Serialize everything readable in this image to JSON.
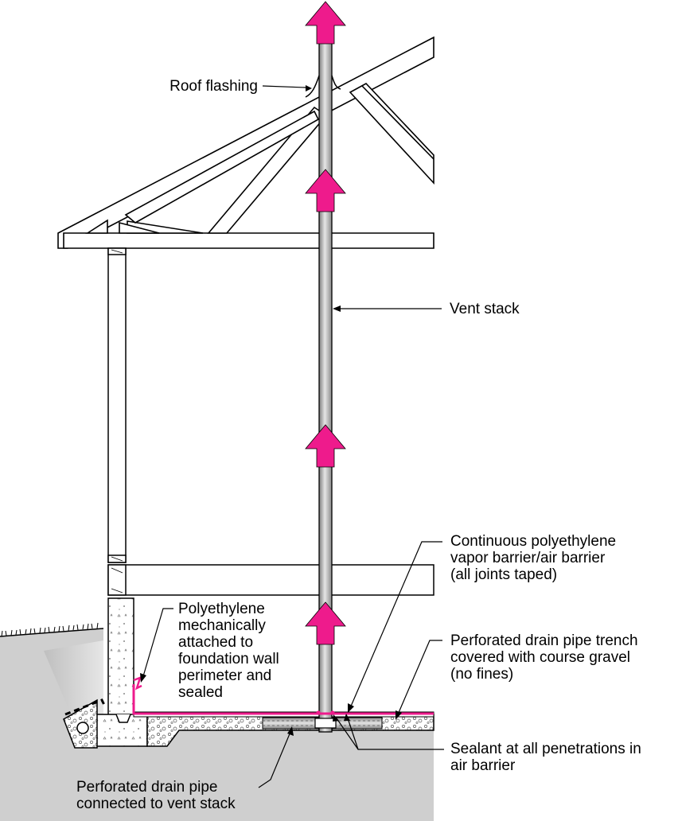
{
  "colors": {
    "accent": "#ee1b8c",
    "ground": "#cfcfcf",
    "line": "#000000",
    "paper": "#ffffff"
  },
  "labels": {
    "roof_flashing": "Roof flashing",
    "vent_stack": "Vent stack",
    "vapor_barrier": [
      "Continuous polyethylene",
      "vapor barrier/air barrier",
      "(all joints taped)"
    ],
    "polyethylene_attached": [
      "Polyethylene",
      "mechanically",
      "attached to",
      "foundation wall",
      "perimeter and",
      "sealed"
    ],
    "drain_trench": [
      "Perforated drain pipe trench",
      "covered with course gravel",
      "(no fines)"
    ],
    "sealant": [
      "Sealant at all penetrations in",
      "air barrier"
    ],
    "drain_pipe": [
      "Perforated drain pipe",
      "connected to vent stack"
    ]
  }
}
